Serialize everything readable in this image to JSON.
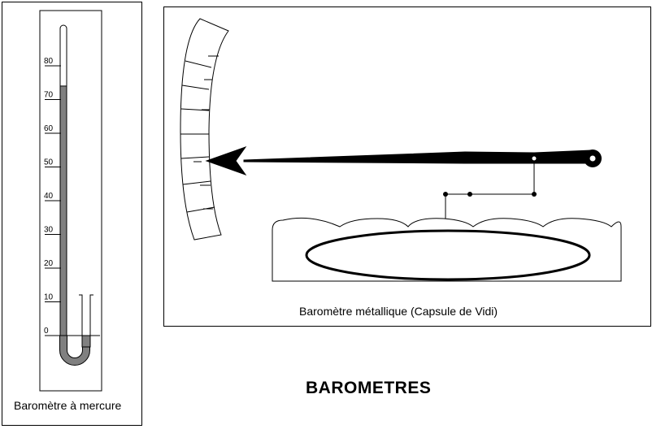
{
  "title": "BAROMETRES",
  "mercury": {
    "caption": "Baromètre à mercure",
    "scale": [
      "0",
      "10",
      "20",
      "30",
      "40",
      "50",
      "60",
      "70",
      "80"
    ],
    "mercury_level": 74,
    "colors": {
      "mercury": "#808080",
      "outline": "#000000"
    }
  },
  "metallic": {
    "caption": "Baromètre métallique (Capsule de Vidi)"
  }
}
